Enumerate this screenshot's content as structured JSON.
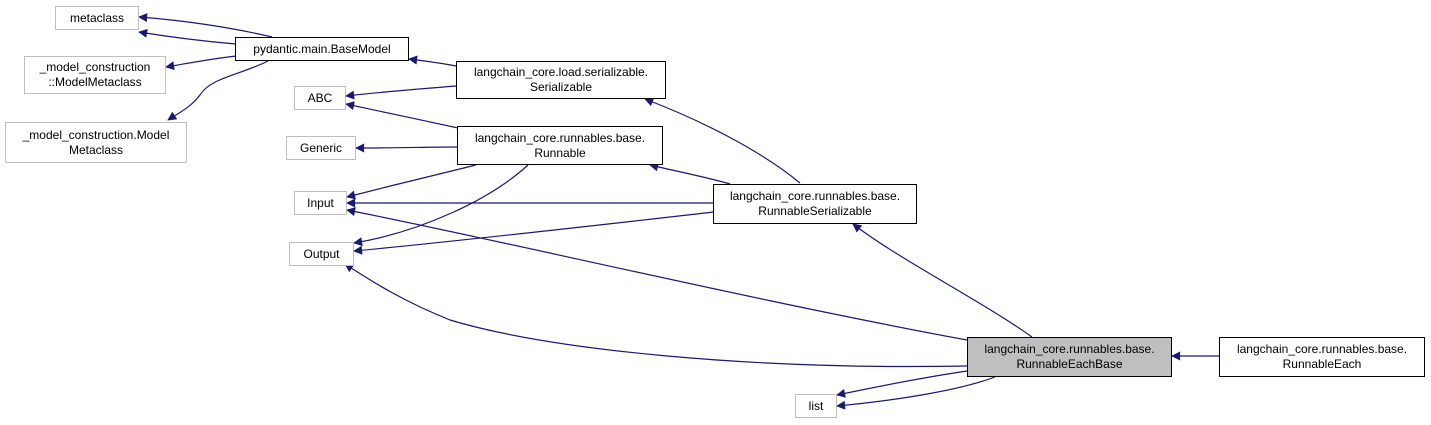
{
  "diagram": {
    "nodes": {
      "metaclass": {
        "lines": [
          "metaclass"
        ]
      },
      "model_metaclass_ns": {
        "lines": [
          "_model_construction",
          "::ModelMetaclass"
        ]
      },
      "model_metaclass_dot": {
        "lines": [
          "_model_construction.Model",
          "Metaclass"
        ]
      },
      "base_model": {
        "lines": [
          "pydantic.main.BaseModel"
        ]
      },
      "serializable": {
        "lines": [
          "langchain_core.load.serializable.",
          "Serializable"
        ]
      },
      "abc": {
        "lines": [
          "ABC"
        ]
      },
      "generic": {
        "lines": [
          "Generic"
        ]
      },
      "runnable": {
        "lines": [
          "langchain_core.runnables.base.",
          "Runnable"
        ]
      },
      "input": {
        "lines": [
          "Input"
        ]
      },
      "output": {
        "lines": [
          "Output"
        ]
      },
      "runnable_serializable": {
        "lines": [
          "langchain_core.runnables.base.",
          "RunnableSerializable"
        ]
      },
      "runnable_each_base": {
        "lines": [
          "langchain_core.runnables.base.",
          "RunnableEachBase"
        ]
      },
      "runnable_each": {
        "lines": [
          "langchain_core.runnables.base.",
          "RunnableEach"
        ]
      },
      "list": {
        "lines": [
          "list"
        ]
      }
    },
    "edges": [
      {
        "from": "base_model",
        "to": "metaclass"
      },
      {
        "from": "base_model",
        "to": "metaclass"
      },
      {
        "from": "base_model",
        "to": "model_metaclass_ns"
      },
      {
        "from": "base_model",
        "to": "model_metaclass_dot"
      },
      {
        "from": "serializable",
        "to": "base_model"
      },
      {
        "from": "serializable",
        "to": "abc"
      },
      {
        "from": "runnable",
        "to": "abc"
      },
      {
        "from": "runnable",
        "to": "generic"
      },
      {
        "from": "runnable",
        "to": "input"
      },
      {
        "from": "runnable",
        "to": "output"
      },
      {
        "from": "runnable_serializable",
        "to": "serializable"
      },
      {
        "from": "runnable_serializable",
        "to": "runnable"
      },
      {
        "from": "runnable_serializable",
        "to": "input"
      },
      {
        "from": "runnable_serializable",
        "to": "output"
      },
      {
        "from": "runnable_each_base",
        "to": "runnable_serializable"
      },
      {
        "from": "runnable_each_base",
        "to": "input"
      },
      {
        "from": "runnable_each_base",
        "to": "output"
      },
      {
        "from": "runnable_each_base",
        "to": "list"
      },
      {
        "from": "runnable_each_base",
        "to": "list"
      },
      {
        "from": "runnable_each",
        "to": "runnable_each_base"
      }
    ],
    "colors": {
      "edge": "#191970",
      "node_border_gray": "#bfbfbf",
      "node_border": "#000000",
      "current_fill": "#bfbfbf"
    }
  }
}
